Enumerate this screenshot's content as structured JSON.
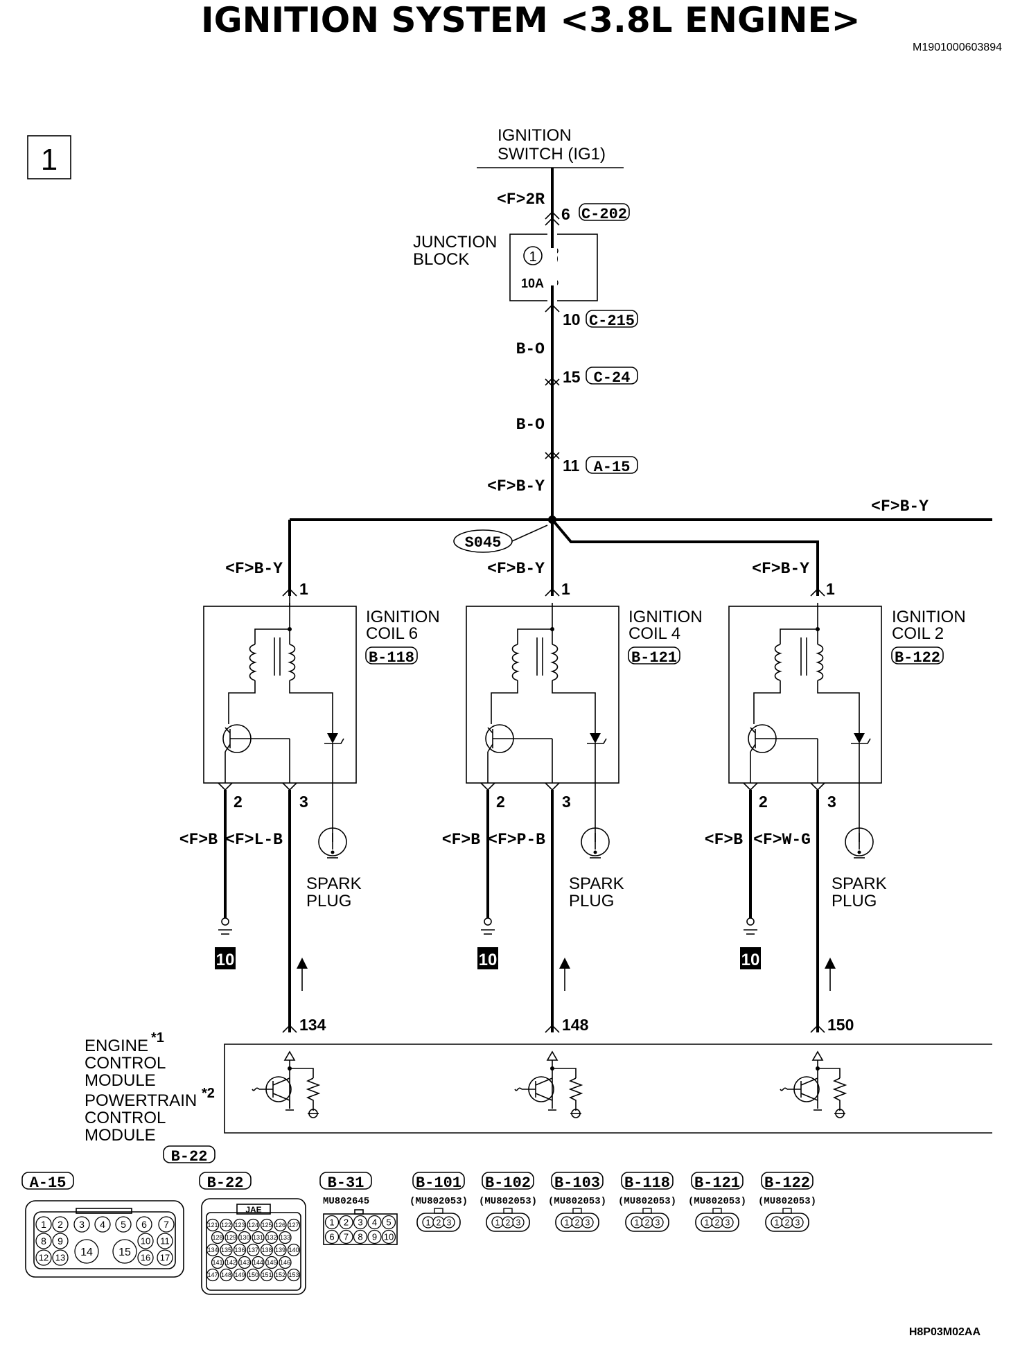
{
  "title": "IGNITION SYSTEM <3.8L ENGINE>",
  "doc_code": "M1901000603894",
  "figure_code": "H8P03M02AA",
  "page_number": "1",
  "ignition_switch": "IGNITION",
  "ignition_switch_line2": "SWITCH (IG1)",
  "top_wire": "<F>2R",
  "junction": {
    "label1": "JUNCTION",
    "label2": "BLOCK",
    "pin_in": "6",
    "conn_in": "C-202",
    "fuse_no": "1",
    "fuse_rating": "10A",
    "pin_out": "10",
    "conn_out": "C-215"
  },
  "trunk": [
    {
      "wire": "B-O",
      "pin": "15",
      "conn": "C-24"
    },
    {
      "wire": "B-O",
      "pin": "11",
      "conn": "A-15"
    }
  ],
  "feed_wire": "<F>B-Y",
  "right_wire": "<F>B-Y",
  "splice": "S045",
  "coils": [
    {
      "wire_in": "<F>B-Y",
      "pin1": "1",
      "name1": "IGNITION",
      "name2": "COIL 6",
      "conn": "B-118",
      "pin2": "2",
      "pin3": "3",
      "gnd_wire": "<F>B",
      "sig_wire": "<F>L-B",
      "plug1": "SPARK",
      "plug2": "PLUG",
      "ground_ref": "10",
      "ecm_pin": "134"
    },
    {
      "wire_in": "<F>B-Y",
      "pin1": "1",
      "name1": "IGNITION",
      "name2": "COIL 4",
      "conn": "B-121",
      "pin2": "2",
      "pin3": "3",
      "gnd_wire": "<F>B",
      "sig_wire": "<F>P-B",
      "plug1": "SPARK",
      "plug2": "PLUG",
      "ground_ref": "10",
      "ecm_pin": "148"
    },
    {
      "wire_in": "<F>B-Y",
      "pin1": "1",
      "name1": "IGNITION",
      "name2": "COIL 2",
      "conn": "B-122",
      "pin2": "2",
      "pin3": "3",
      "gnd_wire": "<F>B",
      "sig_wire": "<F>W-G",
      "plug1": "SPARK",
      "plug2": "PLUG",
      "ground_ref": "10",
      "ecm_pin": "150"
    }
  ],
  "module": {
    "line1": "ENGINE",
    "note1": "*1",
    "line2": "CONTROL",
    "line3": "MODULE",
    "line4": "POWERTRAIN",
    "note2": "*2",
    "line5": "CONTROL",
    "line6": "MODULE",
    "conn": "B-22"
  },
  "connector_views": [
    {
      "id": "A-15",
      "pins": [
        "1",
        "2",
        "3",
        "4",
        "5",
        "6",
        "7",
        "8",
        "9",
        "10",
        "11",
        "12",
        "13",
        "14",
        "15",
        "16",
        "17"
      ]
    },
    {
      "id": "B-22",
      "brand": "JAE",
      "pins": [
        "121",
        "122",
        "123",
        "124",
        "125",
        "126",
        "127",
        "128",
        "129",
        "130",
        "131",
        "132",
        "133",
        "134",
        "135",
        "136",
        "137",
        "138",
        "139",
        "140",
        "141",
        "142",
        "143",
        "144",
        "145",
        "146",
        "147",
        "148",
        "149",
        "150",
        "151",
        "152",
        "153"
      ]
    },
    {
      "id": "B-31",
      "part": "MU802645",
      "pins": [
        "1",
        "2",
        "3",
        "4",
        "5",
        "6",
        "7",
        "8",
        "9",
        "10"
      ]
    },
    {
      "id": "B-101",
      "part": "(MU802053)",
      "pins": [
        "1",
        "2",
        "3"
      ]
    },
    {
      "id": "B-102",
      "part": "(MU802053)",
      "pins": [
        "1",
        "2",
        "3"
      ]
    },
    {
      "id": "B-103",
      "part": "(MU802053)",
      "pins": [
        "1",
        "2",
        "3"
      ]
    },
    {
      "id": "B-118",
      "part": "(MU802053)",
      "pins": [
        "1",
        "2",
        "3"
      ]
    },
    {
      "id": "B-121",
      "part": "(MU802053)",
      "pins": [
        "1",
        "2",
        "3"
      ]
    },
    {
      "id": "B-122",
      "part": "(MU802053)",
      "pins": [
        "1",
        "2",
        "3"
      ]
    }
  ]
}
